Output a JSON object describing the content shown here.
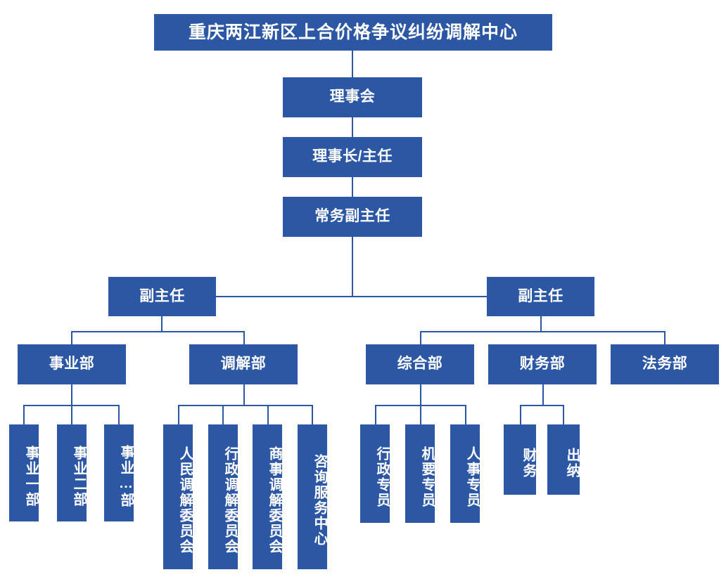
{
  "theme": {
    "box_fill": "#2B57A4",
    "text_color": "#FFFFFF",
    "line_color": "#2B57A4",
    "background": "#FFFFFF"
  },
  "chart": {
    "type": "org-chart",
    "title": "重庆两江新区上合价格争议纠纷调解中心",
    "orientation": "top-down"
  },
  "nodes": {
    "root": "重庆两江新区上合价格争议纠纷调解中心",
    "board": "理事会",
    "chairman": "理事长/主任",
    "executive_deputy": "常务副主任",
    "deputy_left": "副主任",
    "deputy_right": "副主任",
    "dept_business": "事业部",
    "dept_mediation": "调解部",
    "dept_general": "综合部",
    "dept_finance": "财务部",
    "dept_legal": "法务部",
    "business_children": [
      "事业一部",
      "事业二部",
      "事业…部"
    ],
    "mediation_children": [
      "人民调解委员会",
      "行政调解委员会",
      "商事调解委员会",
      "咨询服务中心"
    ],
    "general_children": [
      "行政专员",
      "机要专员",
      "人事专员"
    ],
    "finance_children": [
      "财务",
      "出纳"
    ],
    "legal_children": []
  }
}
